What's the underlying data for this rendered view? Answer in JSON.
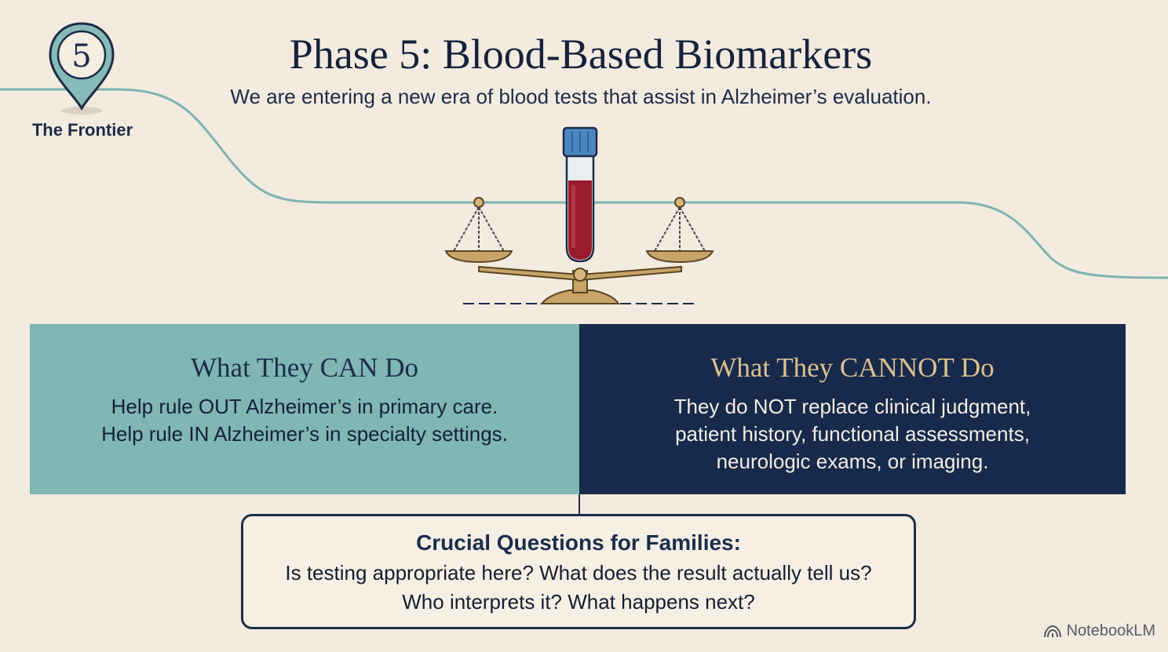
{
  "marker": {
    "number": "5",
    "label": "The Frontier"
  },
  "header": {
    "title": "Phase 5: Blood-Based Biomarkers",
    "subtitle": "We are entering a new era of blood tests that assist in Alzheimer’s evaluation."
  },
  "can_panel": {
    "heading": "What They CAN Do",
    "lines": [
      "Help rule OUT Alzheimer’s in primary care.",
      "Help rule IN Alzheimer’s in specialty settings."
    ]
  },
  "cannot_panel": {
    "heading": "What They CANNOT Do",
    "lines": [
      "They do NOT replace clinical judgment,",
      "patient history, functional assessments,",
      "neurologic exams, or imaging."
    ]
  },
  "questions": {
    "heading": "Crucial Questions for Families:",
    "lines": [
      "Is testing appropriate here?  What does the result actually tell us?",
      "Who interprets it?  What happens next?"
    ]
  },
  "branding": {
    "label": "NotebookLM"
  },
  "colors": {
    "background": "#f3ebdf",
    "teal": "#80b6b3",
    "navy": "#172a4b",
    "gold": "#dcc08f",
    "path": "#7fb4b1",
    "blood": "#9a1c2c",
    "cap": "#4a86c0"
  },
  "icons": [
    "map-pin-icon",
    "scale-icon",
    "blood-test-tube-icon",
    "notebooklm-logo-icon"
  ]
}
